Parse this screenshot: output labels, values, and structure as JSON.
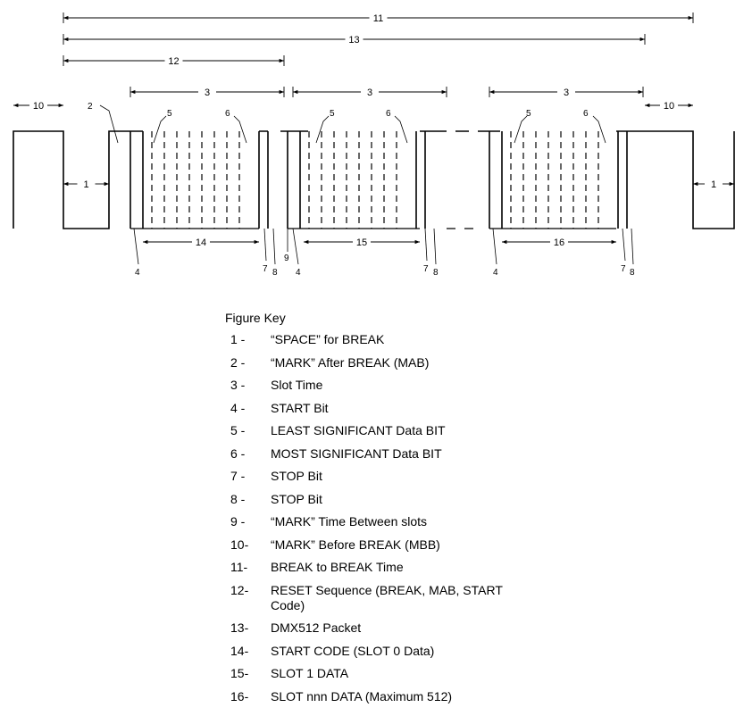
{
  "diagram": {
    "labels": [
      "1",
      "2",
      "3",
      "4",
      "5",
      "6",
      "7",
      "8",
      "9",
      "10",
      "11",
      "12",
      "13",
      "14",
      "15",
      "16"
    ]
  },
  "key": {
    "title": "Figure Key",
    "items": [
      {
        "num": "1 -",
        "text": "“SPACE” for BREAK"
      },
      {
        "num": "2 -",
        "text": "“MARK” After BREAK (MAB)"
      },
      {
        "num": "3 -",
        "text": "Slot Time"
      },
      {
        "num": "4 -",
        "text": "START Bit"
      },
      {
        "num": "5 -",
        "text": "LEAST SIGNIFICANT Data BIT"
      },
      {
        "num": "6 -",
        "text": "MOST SIGNIFICANT Data BIT"
      },
      {
        "num": "7 -",
        "text": "STOP Bit"
      },
      {
        "num": "8 -",
        "text": "STOP Bit"
      },
      {
        "num": "9 -",
        "text": "“MARK” Time Between slots"
      },
      {
        "num": "10-",
        "text": "“MARK” Before BREAK (MBB)"
      },
      {
        "num": "11-",
        "text": "BREAK to BREAK Time"
      },
      {
        "num": "12-",
        "text": "RESET Sequence (BREAK, MAB, START Code)"
      },
      {
        "num": "13-",
        "text": "DMX512 Packet"
      },
      {
        "num": "14-",
        "text": "START CODE (SLOT 0 Data)"
      },
      {
        "num": "15-",
        "text": "SLOT 1 DATA"
      },
      {
        "num": "16-",
        "text": "SLOT nnn DATA (Maximum 512)"
      }
    ]
  }
}
